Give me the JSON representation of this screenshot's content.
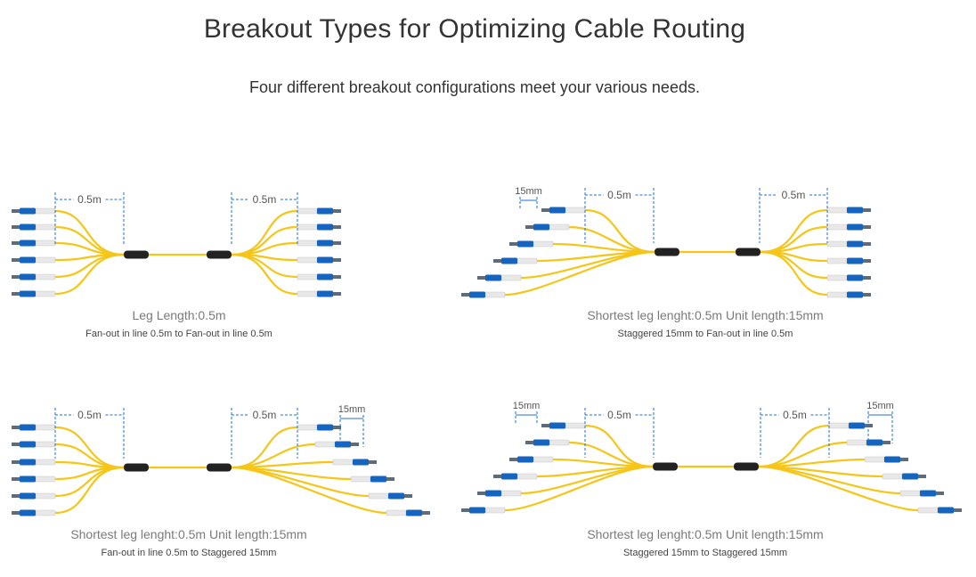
{
  "header": {
    "title": "Breakout Types for Optimizing Cable Routing",
    "subtitle": "Four different breakout configurations meet your various needs."
  },
  "colors": {
    "cable": "#f5c518",
    "boot": "#1565c0",
    "ferrule": "#e8e8e8",
    "dimension": "#1e6fd9",
    "caption": "#7a7a7a",
    "breakout": "#222222"
  },
  "diagrams": [
    {
      "caption": "Leg Length:0.5m",
      "subcaption": "Fan-out in line 0.5m to Fan-out in line 0.5m",
      "left_leg_label": "0.5m",
      "right_leg_label": "0.5m",
      "left_unit_label": "",
      "right_unit_label": "",
      "left_style": "in-line",
      "right_style": "in-line"
    },
    {
      "caption": "Shortest leg lenght:0.5m  Unit length:15mm",
      "subcaption": "Staggered 15mm to Fan-out in line 0.5m",
      "left_leg_label": "0.5m",
      "right_leg_label": "0.5m",
      "left_unit_label": "15mm",
      "right_unit_label": "",
      "left_style": "staggered",
      "right_style": "in-line"
    },
    {
      "caption": "Shortest leg lenght:0.5m  Unit length:15mm",
      "subcaption": "Fan-out in line 0.5m to Staggered 15mm",
      "left_leg_label": "0.5m",
      "right_leg_label": "0.5m",
      "left_unit_label": "",
      "right_unit_label": "15mm",
      "left_style": "in-line",
      "right_style": "staggered"
    },
    {
      "caption": "Shortest leg lenght:0.5m  Unit length:15mm",
      "subcaption": "Staggered 15mm to Staggered 15mm",
      "left_leg_label": "0.5m",
      "right_leg_label": "0.5m",
      "left_unit_label": "15mm",
      "right_unit_label": "15mm",
      "left_style": "staggered",
      "right_style": "staggered"
    }
  ]
}
